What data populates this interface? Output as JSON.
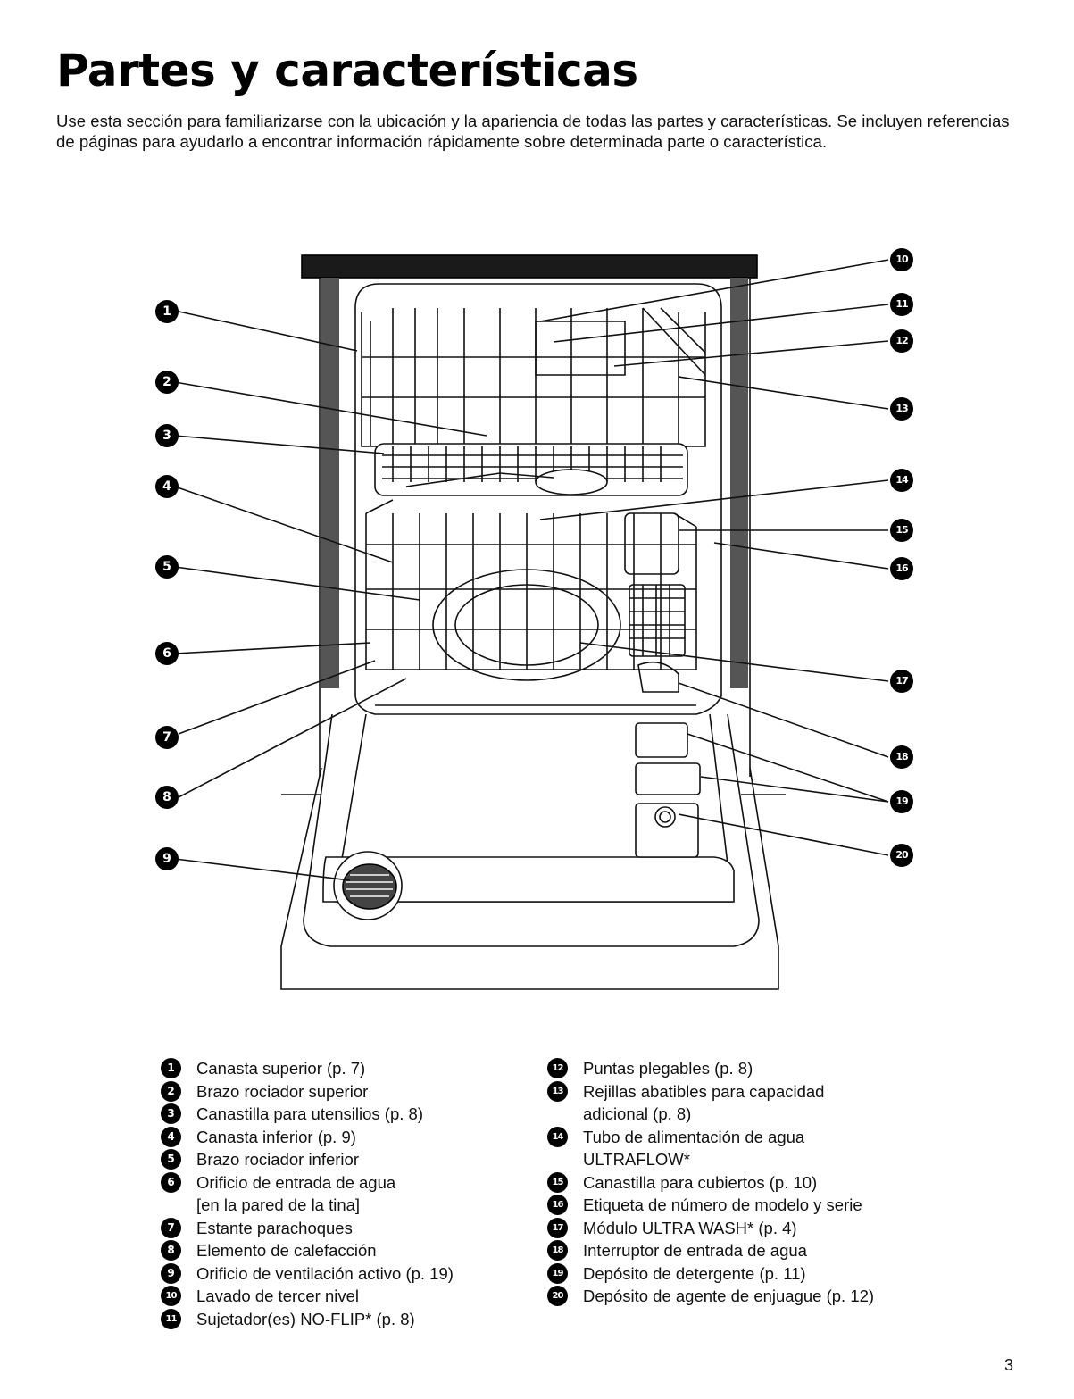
{
  "title": "Partes y características",
  "intro": "Use esta sección para familiarizarse con la ubicación y la apariencia de todas las partes y características. Se incluyen referencias de páginas para ayudarlo a encontrar información rápidamente sobre determinada parte o característica.",
  "callouts": [
    "1",
    "2",
    "3",
    "4",
    "5",
    "6",
    "7",
    "8",
    "9",
    "10",
    "11",
    "12",
    "13",
    "14",
    "15",
    "16",
    "17",
    "18",
    "19",
    "20"
  ],
  "legend_left": [
    {
      "num": "1",
      "text": "Canasta superior (p. 7)"
    },
    {
      "num": "2",
      "text": "Brazo rociador superior"
    },
    {
      "num": "3",
      "text": "Canastilla para utensilios (p. 8)"
    },
    {
      "num": "4",
      "text": "Canasta inferior (p. 9)"
    },
    {
      "num": "5",
      "text": "Brazo rociador inferior"
    },
    {
      "num": "6",
      "text": "Orificio de entrada de agua",
      "sub": "[en la pared de la tina]"
    },
    {
      "num": "7",
      "text": "Estante parachoques"
    },
    {
      "num": "8",
      "text": "Elemento de calefacción"
    },
    {
      "num": "9",
      "text": "Orificio de ventilación activo (p. 19)"
    },
    {
      "num": "10",
      "text": "Lavado de tercer nivel"
    },
    {
      "num": "11",
      "text": "Sujetador(es) NO-FLIP* (p. 8)"
    }
  ],
  "legend_right": [
    {
      "num": "12",
      "text": "Puntas plegables (p. 8)"
    },
    {
      "num": "13",
      "text": "Rejillas abatibles para capacidad",
      "sub": "adicional (p. 8)"
    },
    {
      "num": "14",
      "text": "Tubo de alimentación de agua",
      "sub": "ULTRAFLOW*"
    },
    {
      "num": "15",
      "text": "Canastilla para cubiertos (p. 10)"
    },
    {
      "num": "16",
      "text": "Etiqueta de número de modelo y serie"
    },
    {
      "num": "17",
      "text": "Módulo ULTRA WASH* (p. 4)"
    },
    {
      "num": "18",
      "text": "Interruptor de entrada de agua"
    },
    {
      "num": "19",
      "text": "Depósito de detergente (p. 11)"
    },
    {
      "num": "20",
      "text": "Depósito de agente de enjuague (p. 12)"
    }
  ],
  "page_number": "3"
}
